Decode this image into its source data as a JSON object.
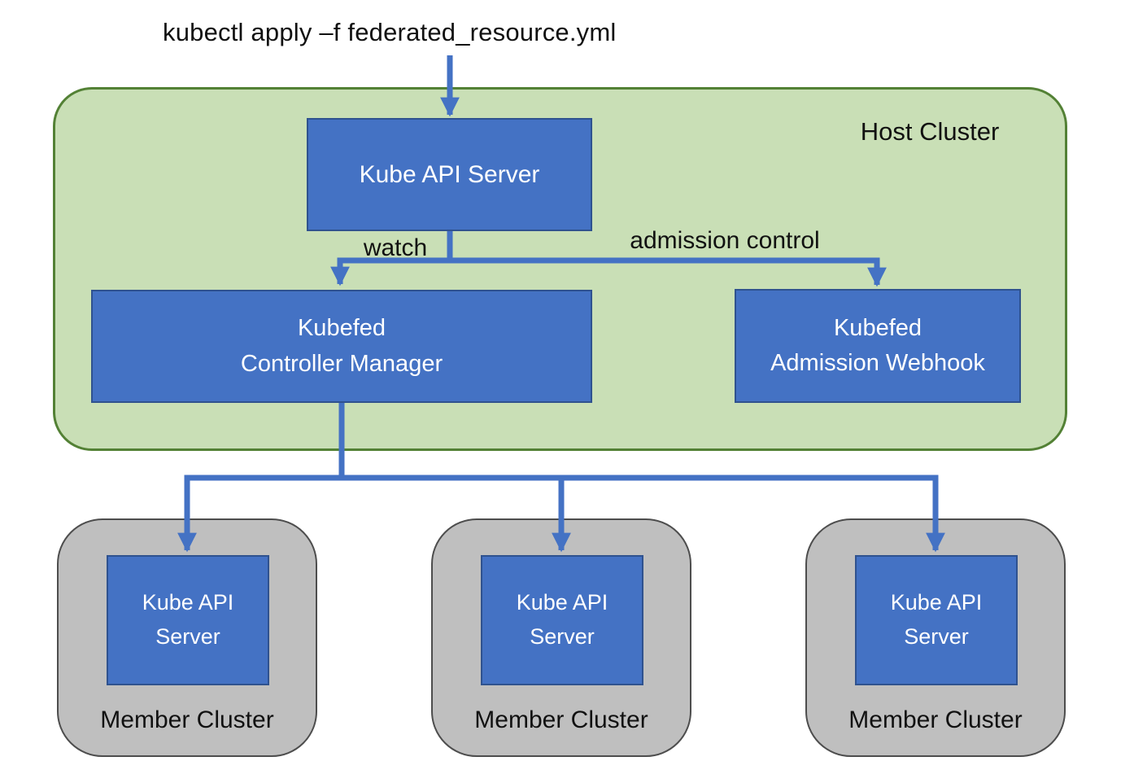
{
  "command": "kubectl apply –f federated_resource.yml",
  "host_cluster": {
    "label": "Host Cluster",
    "api_server": {
      "label": "Kube API Server"
    },
    "controller_manager": {
      "line1": "Kubefed",
      "line2": "Controller Manager"
    },
    "admission_webhook": {
      "line1": "Kubefed",
      "line2": "Admission Webhook"
    },
    "edges": {
      "watch": "watch",
      "admission": "admission control"
    }
  },
  "member_clusters": [
    {
      "label": "Member Cluster",
      "api_server": {
        "line1": "Kube API",
        "line2": "Server"
      }
    },
    {
      "label": "Member Cluster",
      "api_server": {
        "line1": "Kube API",
        "line2": "Server"
      }
    },
    {
      "label": "Member Cluster",
      "api_server": {
        "line1": "Kube API",
        "line2": "Server"
      }
    }
  ],
  "colors": {
    "node_fill": "#4472C4",
    "node_border": "#2F528F",
    "connector": "#4472C4",
    "host_fill": "#C9DFB6",
    "host_border": "#538135",
    "member_fill": "#BFBFBF",
    "member_border": "#4D4D4D",
    "text": "#111111",
    "node_text": "#FFFFFF"
  }
}
